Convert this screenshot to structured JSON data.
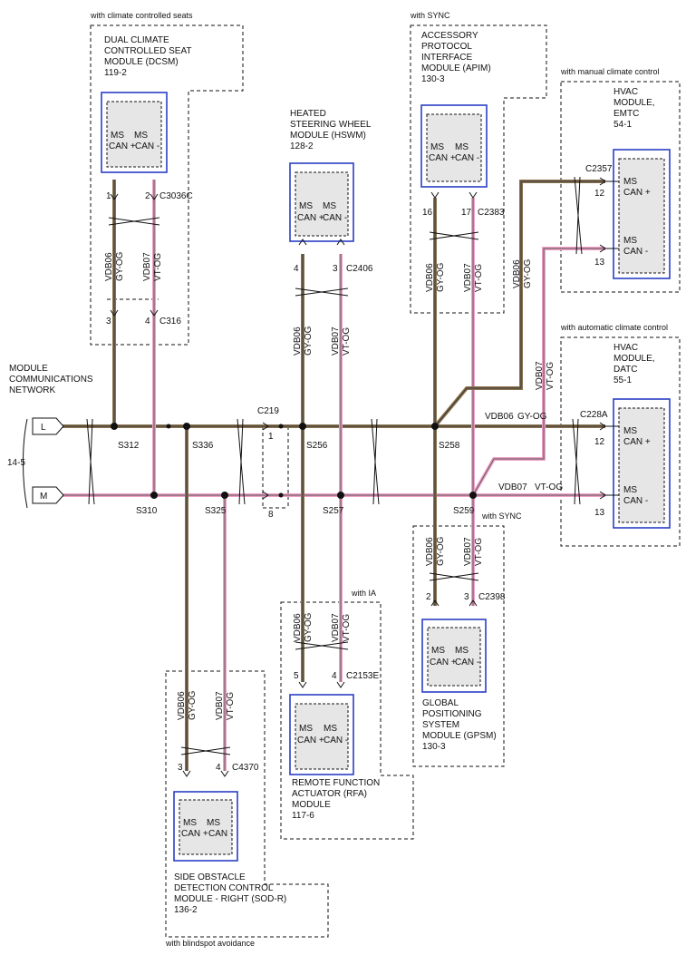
{
  "modules": {
    "dcsm": {
      "condition": "with climate controlled seats",
      "name_lines": [
        "DUAL CLIMATE",
        "CONTROLLED SEAT",
        "MODULE (DCSM)",
        "119-2"
      ],
      "connector": "C3036C",
      "lower_connector": "C316",
      "pins": [
        "1",
        "2",
        "3",
        "4"
      ]
    },
    "hswm": {
      "name_lines": [
        "HEATED",
        "STEERING WHEEL",
        "MODULE (HSWM)",
        "128-2"
      ],
      "connector": "C2406",
      "pins": [
        "4",
        "3"
      ]
    },
    "apim": {
      "condition": "with SYNC",
      "name_lines": [
        "ACCESSORY",
        "PROTOCOL",
        "INTERFACE",
        "MODULE (APIM)",
        "130-3"
      ],
      "connector": "C2383",
      "pins": [
        "16",
        "17"
      ]
    },
    "hvac_emtc": {
      "condition": "with manual climate control",
      "name_lines": [
        "HVAC",
        "MODULE,",
        "EMTC",
        "54-1"
      ],
      "connector": "C2357",
      "pins": [
        "12",
        "13"
      ]
    },
    "hvac_datc": {
      "condition": "with automatic climate control",
      "name_lines": [
        "HVAC",
        "MODULE,",
        "DATC",
        "55-1"
      ],
      "connector": "C228A",
      "pins": [
        "12",
        "13"
      ]
    },
    "gpsm": {
      "condition": "with SYNC",
      "name_lines": [
        "GLOBAL",
        "POSITIONING",
        "SYSTEM",
        "MODULE (GPSM)",
        "130-3"
      ],
      "connector": "C2398",
      "pins": [
        "2",
        "3"
      ]
    },
    "rfa": {
      "condition": "with IA",
      "name_lines": [
        "REMOTE FUNCTION",
        "ACTUATOR (RFA)",
        "MODULE",
        "117-6"
      ],
      "connector": "C2153E",
      "pins": [
        "5",
        "4"
      ]
    },
    "sodr": {
      "condition": "with blindspot avoidance",
      "name_lines": [
        "SIDE OBSTACLE",
        "DETECTION CONTROL",
        "MODULE - RIGHT (SOD-R)",
        "136-2"
      ],
      "connector": "C4370",
      "pins": [
        "3",
        "4"
      ]
    }
  },
  "pin_labels": {
    "ms": "MS",
    "can_plus": "CAN +",
    "can_minus": "CAN -"
  },
  "wires": {
    "hi_circuit": "VDB06",
    "hi_color": "GY-OG",
    "lo_circuit": "VDB07",
    "lo_color": "VT-OG"
  },
  "network": {
    "title_lines": [
      "MODULE",
      "COMMUNICATIONS",
      "NETWORK"
    ],
    "ref": "14-5",
    "line_l": "L",
    "line_m": "M",
    "inline_connector": "C219",
    "inline_pins": [
      "1",
      "8"
    ]
  },
  "splices": [
    "S312",
    "S336",
    "S256",
    "S258",
    "S310",
    "S325",
    "S257",
    "S259"
  ],
  "colors": {
    "gy_og": "#8a7350",
    "vt_og": "#f0a0c8",
    "module_border": "#2b3fc5",
    "module_fill": "#e6e6e6"
  }
}
